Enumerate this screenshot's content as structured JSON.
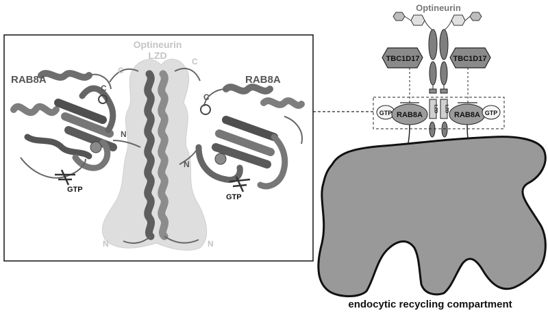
{
  "structure_panel": {
    "left_protein": "RAB8A",
    "right_protein": "RAB8A",
    "center_title_line1": "Optineurin",
    "center_title_line2": "LZD",
    "left_c": "C",
    "left_n": "N",
    "right_c": "C",
    "right_n": "N",
    "center_c_left": "C",
    "center_c_right": "C",
    "center_n_left": "N",
    "center_n_right": "N",
    "left_ligand": "GTP",
    "right_ligand": "GTP"
  },
  "schematic": {
    "title": "Optineurin",
    "left_gap": "TBC1D17",
    "right_gap": "TBC1D17",
    "left_rab": "RAB8A",
    "right_rab": "RAB8A",
    "left_gtp": "GTP",
    "right_gtp": "GTP",
    "lzd_left": "LZD",
    "lzd_right": "LZD"
  },
  "compartment_label": "endocytic recycling compartment",
  "colors": {
    "ribbon": "#7a7a7a",
    "ribbon_dark": "#4a4a4a",
    "surface": "#dedede",
    "membrane": "#999999",
    "outline": "#111111"
  }
}
